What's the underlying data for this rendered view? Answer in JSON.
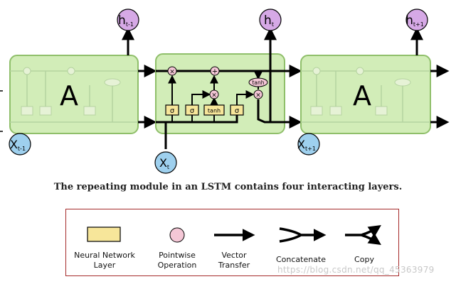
{
  "diagram": {
    "caption": "The repeating module in an LSTM contains four interacting layers.",
    "cells": [
      {
        "label": "A",
        "input_label": "X",
        "input_sub": "t-1",
        "output_label": "h",
        "output_sub": "t-1"
      },
      {
        "label": "",
        "input_label": "X",
        "input_sub": "t",
        "output_label": "h",
        "output_sub": "t"
      },
      {
        "label": "A",
        "input_label": "X",
        "input_sub": "t+1",
        "output_label": "h",
        "output_sub": "t+1"
      }
    ],
    "layers": [
      "σ",
      "σ",
      "tanh",
      "σ"
    ],
    "pointwise_ops": [
      "×",
      "+",
      "×",
      "tanh",
      "×"
    ],
    "colors": {
      "cell_fill": "#d2edb8",
      "cell_stroke": "#8fbf6a",
      "layer_fill": "#f7e69a",
      "pointwise_fill": "#f4c7d6",
      "node_x_fill": "#9ed0ee",
      "node_h_fill": "#d6a9e6",
      "legend_border": "#a52a2a"
    }
  },
  "legend": {
    "items": [
      {
        "label_1": "Neural Network",
        "label_2": "Layer",
        "icon": "neural-network-layer-icon"
      },
      {
        "label_1": "Pointwise",
        "label_2": "Operation",
        "icon": "pointwise-operation-icon"
      },
      {
        "label_1": "Vector",
        "label_2": "Transfer",
        "icon": "vector-transfer-icon"
      },
      {
        "label_1": "Concatenate",
        "label_2": "",
        "icon": "concatenate-icon"
      },
      {
        "label_1": "Copy",
        "label_2": "",
        "icon": "copy-icon"
      }
    ]
  },
  "watermark": "https://blog.csdn.net/qq_45363979"
}
